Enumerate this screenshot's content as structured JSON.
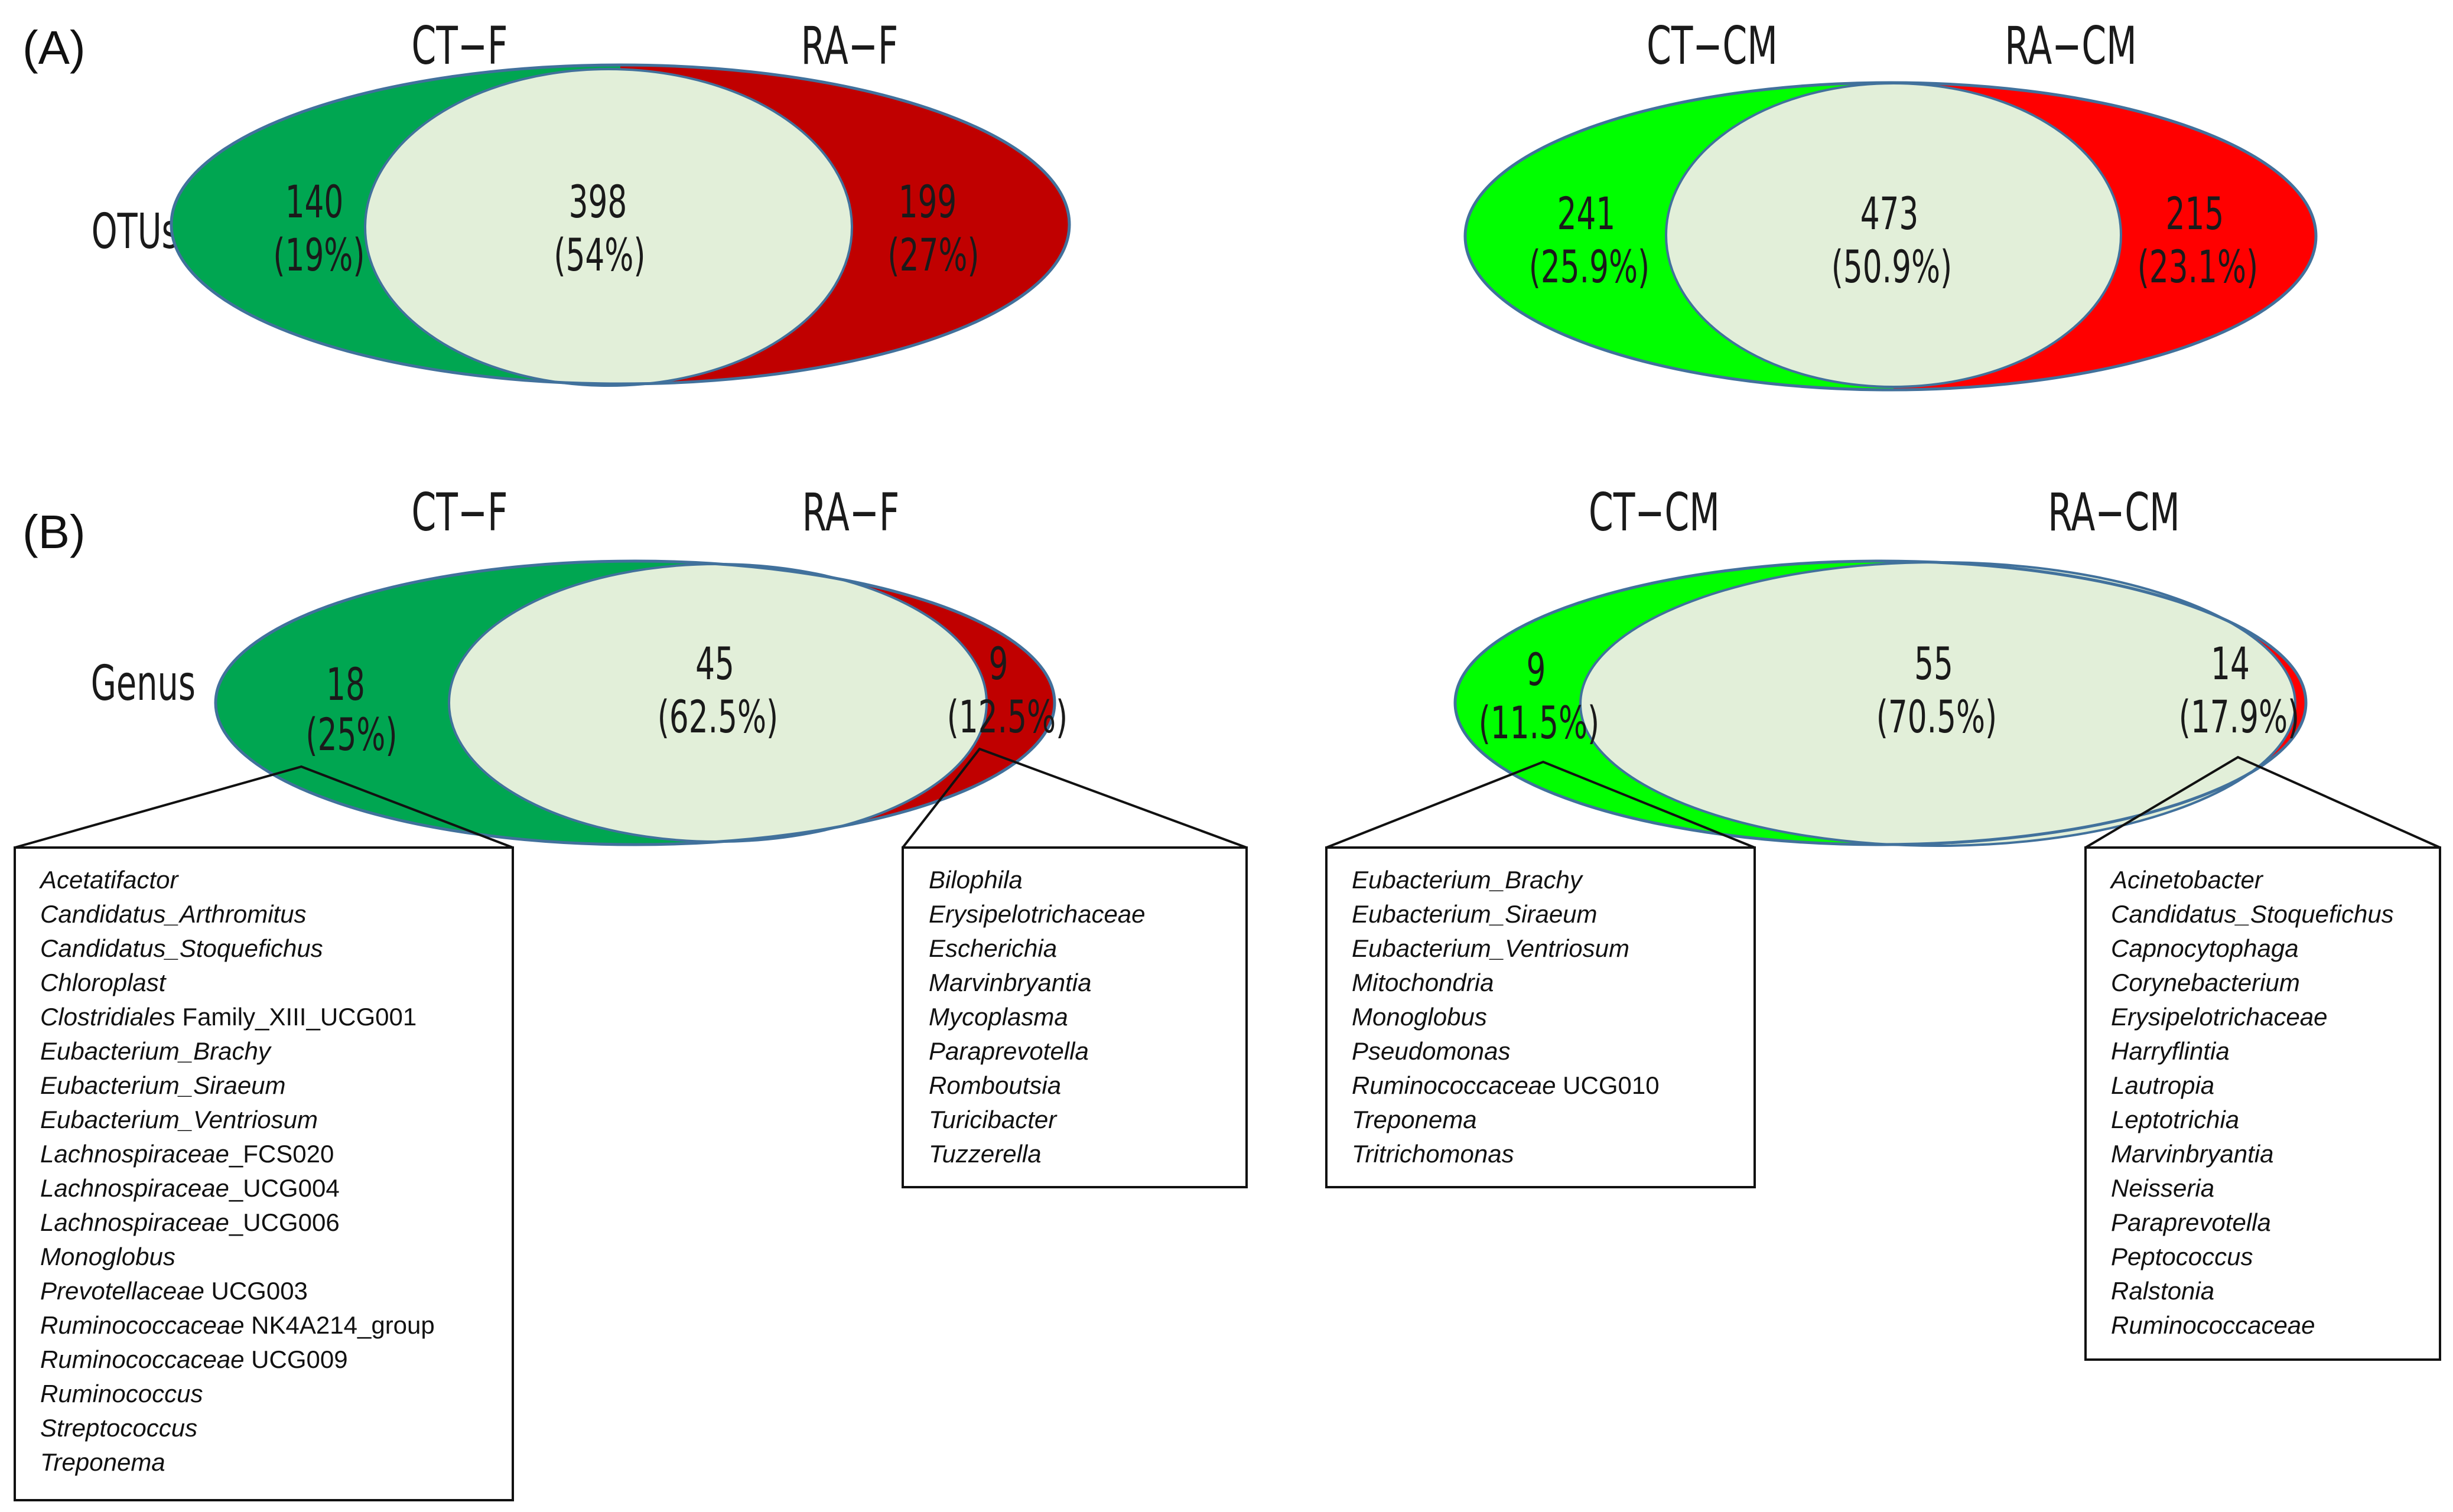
{
  "panels": {
    "a": "(A)",
    "b": "(B)"
  },
  "row_labels": {
    "otus": "OTUs",
    "genus": "Genus"
  },
  "colors": {
    "ct_f": "#00a651",
    "ra_f": "#c00000",
    "ct_cm": "#00ff00",
    "ra_cm": "#ff0000",
    "overlap": "#e2efd9",
    "outline": "#41719c"
  },
  "venns": [
    {
      "id": "otu-f",
      "left_label": "CT−F",
      "right_label": "RA−F",
      "left": {
        "count": "140",
        "pct": "(19%)"
      },
      "overlap": {
        "count": "398",
        "pct": "(54%)"
      },
      "right": {
        "count": "199",
        "pct": "(27%)"
      }
    },
    {
      "id": "otu-cm",
      "left_label": "CT−CM",
      "right_label": "RA−CM",
      "left": {
        "count": "241",
        "pct": "(25.9%)"
      },
      "overlap": {
        "count": "473",
        "pct": "(50.9%)"
      },
      "right": {
        "count": "215",
        "pct": "(23.1%)"
      }
    },
    {
      "id": "genus-f",
      "left_label": "CT−F",
      "right_label": "RA−F",
      "left": {
        "count": "18",
        "pct": "(25%)"
      },
      "overlap": {
        "count": "45",
        "pct": "(62.5%)"
      },
      "right": {
        "count": "9",
        "pct": "(12.5%)"
      }
    },
    {
      "id": "genus-cm",
      "left_label": "CT−CM",
      "right_label": "RA−CM",
      "left": {
        "count": "9",
        "pct": "(11.5%)"
      },
      "overlap": {
        "count": "55",
        "pct": "(70.5%)"
      },
      "right": {
        "count": "14",
        "pct": "(17.9%)"
      }
    }
  ],
  "genus_lists": [
    {
      "id": "ct-f-unique",
      "items": [
        [
          {
            "t": "Acetatifactor",
            "i": true
          }
        ],
        [
          {
            "t": "Candidatus_Arthromitus",
            "i": true
          }
        ],
        [
          {
            "t": "Candidatus_Stoquefichus",
            "i": true
          }
        ],
        [
          {
            "t": "Chloroplast",
            "i": true
          }
        ],
        [
          {
            "t": "Clostridiales",
            "i": true
          },
          {
            "t": " Family_XIII_UCG001",
            "i": false
          }
        ],
        [
          {
            "t": "Eubacterium_Brachy",
            "i": true
          }
        ],
        [
          {
            "t": "Eubacterium_Siraeum",
            "i": true
          }
        ],
        [
          {
            "t": "Eubacterium_Ventriosum",
            "i": true
          }
        ],
        [
          {
            "t": "Lachnospiraceae",
            "i": true
          },
          {
            "t": "_FCS020",
            "i": false
          }
        ],
        [
          {
            "t": "Lachnospiraceae",
            "i": true
          },
          {
            "t": "_UCG004",
            "i": false
          }
        ],
        [
          {
            "t": "Lachnospiraceae",
            "i": true
          },
          {
            "t": "_UCG006",
            "i": false
          }
        ],
        [
          {
            "t": "Monoglobus",
            "i": true
          }
        ],
        [
          {
            "t": "Prevotellaceae",
            "i": true
          },
          {
            "t": " UCG003",
            "i": false
          }
        ],
        [
          {
            "t": "Ruminococcaceae",
            "i": true
          },
          {
            "t": " NK4A214_group",
            "i": false
          }
        ],
        [
          {
            "t": "Ruminococcaceae",
            "i": true
          },
          {
            "t": " UCG009",
            "i": false
          }
        ],
        [
          {
            "t": "Ruminococcus",
            "i": true
          }
        ],
        [
          {
            "t": "Streptococcus",
            "i": true
          }
        ],
        [
          {
            "t": "Treponema",
            "i": true
          }
        ]
      ]
    },
    {
      "id": "ra-f-unique",
      "items": [
        [
          {
            "t": "Bilophila",
            "i": true
          }
        ],
        [
          {
            "t": "Erysipelotrichaceae",
            "i": true
          }
        ],
        [
          {
            "t": "Escherichia",
            "i": true
          }
        ],
        [
          {
            "t": "Marvinbryantia",
            "i": true
          }
        ],
        [
          {
            "t": "Mycoplasma",
            "i": true
          }
        ],
        [
          {
            "t": "Paraprevotella",
            "i": true
          }
        ],
        [
          {
            "t": "Romboutsia",
            "i": true
          }
        ],
        [
          {
            "t": "Turicibacter",
            "i": true
          }
        ],
        [
          {
            "t": "Tuzzerella",
            "i": true
          }
        ]
      ]
    },
    {
      "id": "ct-cm-unique",
      "items": [
        [
          {
            "t": "Eubacterium_Brachy",
            "i": true
          }
        ],
        [
          {
            "t": "Eubacterium_Siraeum",
            "i": true
          }
        ],
        [
          {
            "t": "Eubacterium_Ventriosum",
            "i": true
          }
        ],
        [
          {
            "t": "Mitochondria",
            "i": true
          }
        ],
        [
          {
            "t": "Monoglobus",
            "i": true
          }
        ],
        [
          {
            "t": "Pseudomonas",
            "i": true
          }
        ],
        [
          {
            "t": "Ruminococcaceae",
            "i": true
          },
          {
            "t": " UCG010",
            "i": false
          }
        ],
        [
          {
            "t": "Treponema",
            "i": true
          }
        ],
        [
          {
            "t": "Tritrichomonas",
            "i": true
          }
        ]
      ]
    },
    {
      "id": "ra-cm-unique",
      "items": [
        [
          {
            "t": "Acinetobacter",
            "i": true
          }
        ],
        [
          {
            "t": "Candidatus_Stoquefichus",
            "i": true
          }
        ],
        [
          {
            "t": "Capnocytophaga",
            "i": true
          }
        ],
        [
          {
            "t": "Corynebacterium",
            "i": true
          }
        ],
        [
          {
            "t": "Erysipelotrichaceae",
            "i": true
          }
        ],
        [
          {
            "t": "Harryflintia",
            "i": true
          }
        ],
        [
          {
            "t": "Lautropia",
            "i": true
          }
        ],
        [
          {
            "t": "Leptotrichia",
            "i": true
          }
        ],
        [
          {
            "t": "Marvinbryantia",
            "i": true
          }
        ],
        [
          {
            "t": "Neisseria",
            "i": true
          }
        ],
        [
          {
            "t": "Paraprevotella",
            "i": true
          }
        ],
        [
          {
            "t": "Peptococcus",
            "i": true
          }
        ],
        [
          {
            "t": "Ralstonia",
            "i": true
          }
        ],
        [
          {
            "t": "Ruminococcaceae",
            "i": true
          }
        ]
      ]
    }
  ]
}
